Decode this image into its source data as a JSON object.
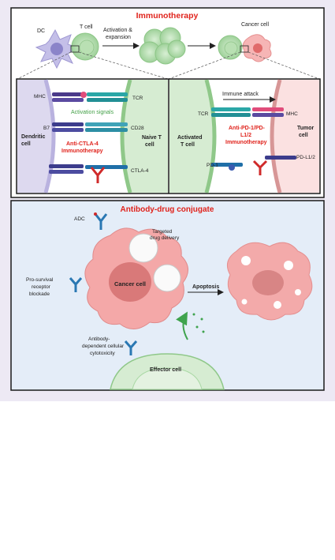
{
  "top": {
    "title": "Immunotherapy",
    "dc_label": "DC",
    "tcell_label": "T cell",
    "activation_label_1": "Activation &",
    "activation_label_2": "expansion",
    "cancer_label": "Cancer cell"
  },
  "left_panel": {
    "mhc": "MHC",
    "tcr": "TCR",
    "activation_signals": "Activation signals",
    "b7": "B7",
    "cd28": "CD28",
    "dendritic_cell_1": "Dendritic",
    "dendritic_cell_2": "cell",
    "naive_t_cell_1": "Naive T",
    "naive_t_cell_2": "cell",
    "therapy_1": "Anti-CTLA-4",
    "therapy_2": "Immunotherapy",
    "ctla4": "CTLA-4"
  },
  "right_panel": {
    "immune_attack": "Immune attack",
    "tcr": "TCR",
    "mhc": "MHC",
    "activated_t_cell_1": "Activated",
    "activated_t_cell_2": "T cell",
    "therapy_1": "Anti-PD-1/PD-",
    "therapy_2": "L1/2",
    "therapy_3": "Immunotherapy",
    "tumor_cell_1": "Tumor",
    "tumor_cell_2": "cell",
    "pd1": "PD-1",
    "pdl12": "PD-L1/2"
  },
  "bottom": {
    "title": "Antibody-drug conjugate",
    "adc": "ADC",
    "targeted_1": "Targeted",
    "targeted_2": "drug delivery",
    "cancer_cell": "Cancer cell",
    "apoptosis": "Apoptosis",
    "pro_survival_1": "Pro-survival",
    "pro_survival_2": "receptor",
    "pro_survival_3": "blockade",
    "adcc_1": "Antibody-",
    "adcc_2": "dependent cellular",
    "adcc_3": "cytotoxicity",
    "effector_cell": "Effector cell"
  },
  "colors": {
    "title_red": "#e0231c",
    "green_text": "#43a047",
    "frame": "#1a1a1a",
    "tcell_green": "#a9d8a4",
    "dc_purple": "#b8b2e0",
    "cancer_pink": "#f3a6a6",
    "bottom_bg": "#e4edf8"
  },
  "icons": [
    "dendritic-cell-icon",
    "t-cell-icon",
    "cancer-cell-icon",
    "antibody-icon",
    "arrow-icon"
  ]
}
